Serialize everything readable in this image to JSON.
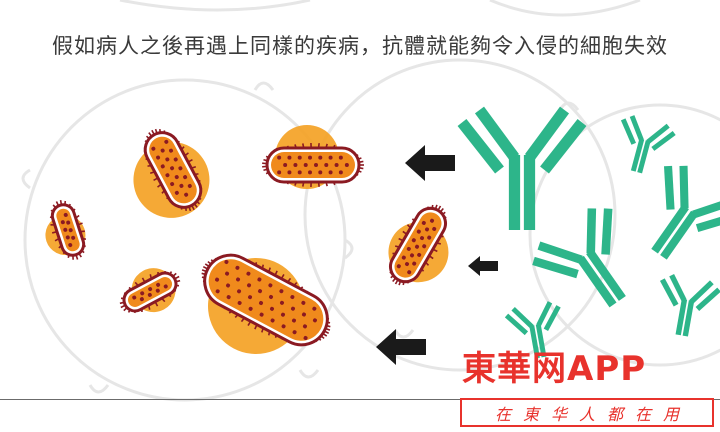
{
  "caption": "假如病人之後再遇上同樣的疾病，抗體就能夠令入侵的細胞失效",
  "watermark": {
    "title": "東華网APP",
    "slogan": "在東华人都在用"
  },
  "colors": {
    "virus_outline": "#8b1a22",
    "virus_fill": "#f08a1c",
    "virus_halo": "#f4a020",
    "virus_dot": "#8b1a22",
    "antibody": "#2db58a",
    "arrow": "#1a1a1a",
    "cell_outline": "#e6e6e6",
    "watermark": "#e8322c"
  }
}
